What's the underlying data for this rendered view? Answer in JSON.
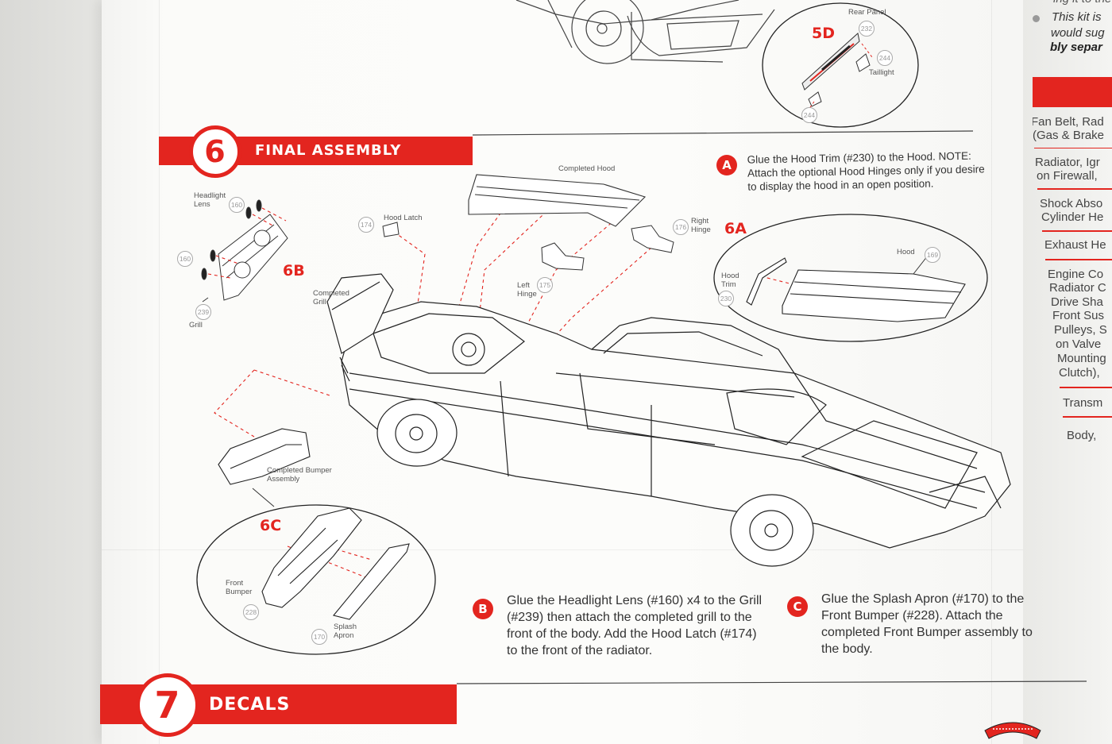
{
  "colors": {
    "accent": "#e3251f",
    "paper": "#fbfbf9",
    "ink": "#333333"
  },
  "step6": {
    "number": "6",
    "title": "FINAL ASSEMBLY",
    "instructions": [
      {
        "badge": "A",
        "text": "Glue the Hood Trim (#230) to the Hood. NOTE: Attach the optional Hood Hinges only if you desire to display the hood in an open position."
      },
      {
        "badge": "B",
        "text": "Glue the Headlight Lens (#160) x4 to the Grill (#239) then attach the completed grill to the front of the body. Add the Hood Latch (#174) to the front of the radiator."
      },
      {
        "badge": "C",
        "text": "Glue the Splash Apron (#170) to the Front Bumper (#228). Attach the completed Front Bumper assembly to the body."
      }
    ],
    "sub_labels": {
      "a": "6A",
      "b": "6B",
      "c": "6C",
      "prev": "5D"
    },
    "part_labels": {
      "headlight_lens": "Headlight Lens",
      "grill": "Grill",
      "completed_grill": "Completed Grill",
      "hood_latch": "Hood Latch",
      "completed_hood": "Completed Hood",
      "right_hinge": "Right Hinge",
      "left_hinge": "Left Hinge",
      "hood": "Hood",
      "hood_trim": "Hood Trim",
      "completed_bumper": "Completed Bumper Assembly",
      "front_bumper": "Front Bumper",
      "splash_apron": "Splash Apron",
      "rear_panel": "Rear Panel",
      "taillight": "Taillight"
    },
    "part_numbers": {
      "headlight_lens_1": "160",
      "headlight_lens_2": "160",
      "grill": "239",
      "hood_latch": "174",
      "right_hinge": "176",
      "left_hinge": "175",
      "hood": "169",
      "hood_trim": "230",
      "front_bumper": "228",
      "splash_apron": "170",
      "rear_panel": "232",
      "taillight_1": "244",
      "taillight_2": "244"
    }
  },
  "step7": {
    "number": "7",
    "title": "DECALS"
  },
  "right_column": {
    "top_text": [
      "ing it to the",
      "This kit is",
      "would sug",
      "bly separ"
    ],
    "items": [
      "Fan Belt, Rad",
      "(Gas & Brake",
      "Radiator, Igr",
      "on Firewall,",
      "Shock Abso",
      "Cylinder He",
      "Exhaust He",
      "Engine Co",
      "Radiator C",
      "Drive Sha",
      "Front Sus",
      "Pulleys, S",
      "on Valve",
      "Mounting",
      "Clutch),",
      "Transm",
      "Body,"
    ]
  }
}
